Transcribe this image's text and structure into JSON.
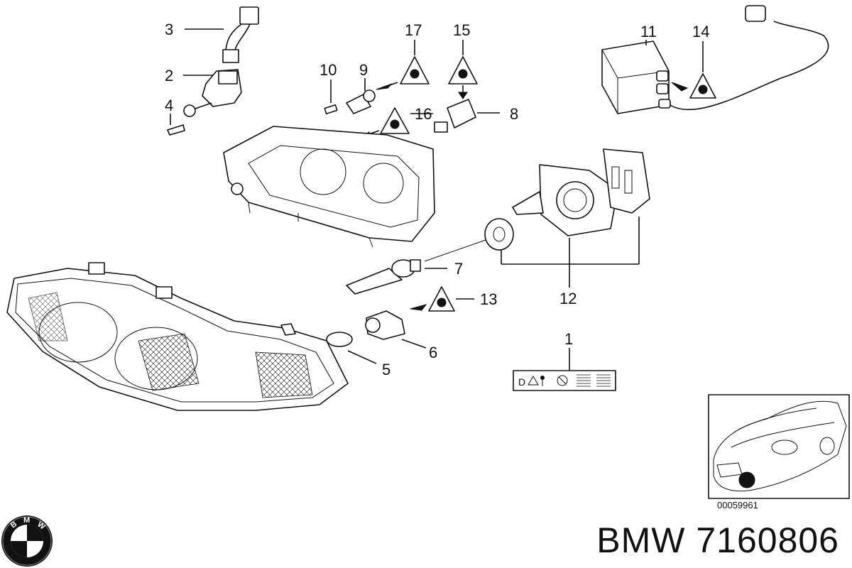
{
  "callouts": [
    "1",
    "2",
    "3",
    "4",
    "5",
    "6",
    "7",
    "8",
    "9",
    "10",
    "11",
    "12",
    "13",
    "14",
    "15",
    "16",
    "17"
  ],
  "diagram_id": "00059961",
  "footer": {
    "brand": "BMW",
    "part_number": "7160806",
    "text": "BMW 7160806"
  },
  "logo": {
    "name": "BMW roundel",
    "letters": "BMW"
  }
}
